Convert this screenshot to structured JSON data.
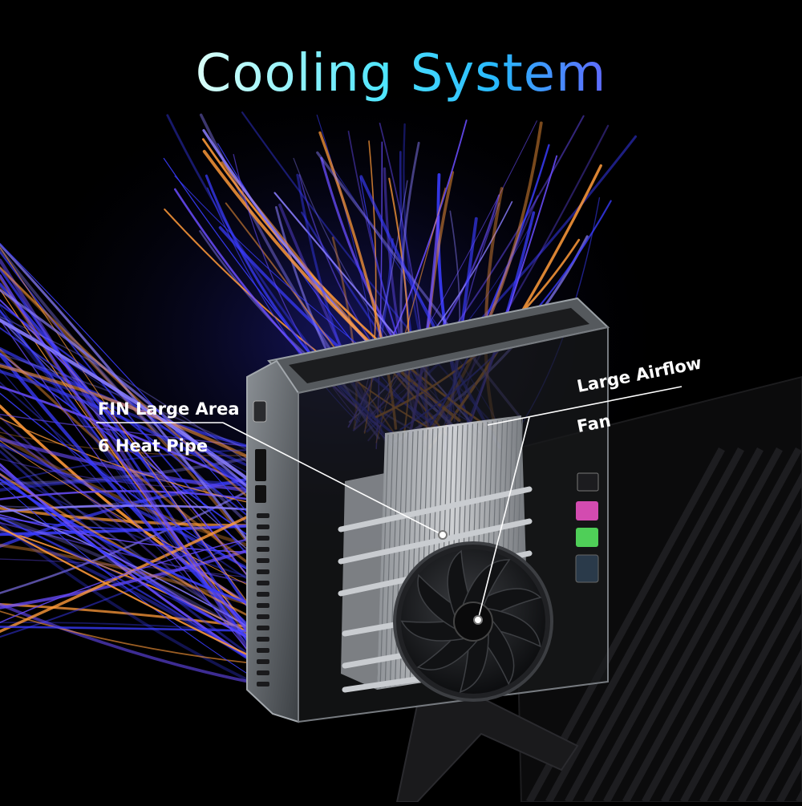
{
  "title": "Cooling System",
  "callouts": {
    "fin_large_area": "FIN Large Area",
    "heat_pipe": "6 Heat Pipe",
    "large_airflow": "Large Airflow",
    "fan": "Fan"
  },
  "colors": {
    "background": "#000000",
    "stream_blue": "#3a3cff",
    "stream_violet": "#6a4dff",
    "stream_orange": "#ff9a3a",
    "case_gray": "#6d7175",
    "label_text": "#ffffff"
  }
}
